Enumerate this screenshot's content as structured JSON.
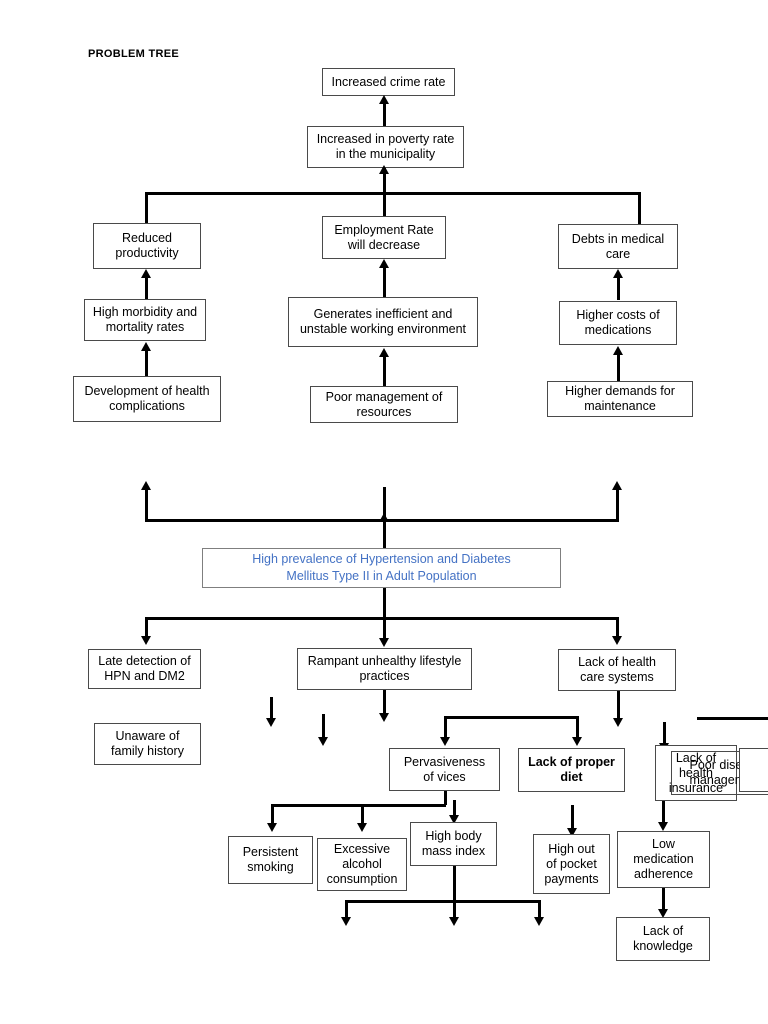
{
  "page": {
    "title": "PROBLEM TREE",
    "accent_blue": "#4472c4",
    "line_color": "#000000",
    "box_border": "#4a4a4a",
    "background": "#ffffff"
  },
  "effects": {
    "top": [
      {
        "id": "increased-crime-rate",
        "label": "Increased crime rate"
      },
      {
        "id": "increased-poverty-rate",
        "label": "Increased in poverty rate\nin the municipality"
      }
    ],
    "branch_level1": [
      {
        "id": "reduced-productivity",
        "label": "Reduced\nproductivity"
      },
      {
        "id": "employment-rate-decrease",
        "label": "Employment Rate\nwill decrease"
      },
      {
        "id": "debts-in-medical-care",
        "label": "Debts in medical\ncare"
      }
    ],
    "branch_level2": [
      {
        "id": "high-morbidity-mortality",
        "label": "High morbidity and\nmortality rates"
      },
      {
        "id": "inefficient-working-environment",
        "label": "Generates inefficient and\nunstable working environment"
      },
      {
        "id": "higher-costs-medications",
        "label": "Higher costs of\nmedications"
      }
    ],
    "branch_level3": [
      {
        "id": "development-health-complications",
        "label": "Development of health\ncomplications"
      },
      {
        "id": "poor-management-resources",
        "label": "Poor management of\nresources"
      },
      {
        "id": "higher-demands-maintenance",
        "label": "Higher demands for\nmaintenance"
      }
    ]
  },
  "core_problem": {
    "id": "core-problem",
    "label": "High prevalence of Hypertension and Diabetes\nMellitus Type II in Adult Population"
  },
  "causes": {
    "level1": [
      {
        "id": "late-detection",
        "label": "Late detection of\nHPN and DM2"
      },
      {
        "id": "rampant-unhealthy-lifestyle",
        "label": "Rampant unhealthy lifestyle\npractices"
      },
      {
        "id": "lack-health-care-systems",
        "label": "Lack of health\ncare systems"
      }
    ],
    "level2": [
      {
        "id": "unaware-family-history",
        "label": "Unaware of\nfamily history"
      },
      {
        "id": "pervasiveness-of-vices",
        "label": "Pervasiveness\nof vices"
      },
      {
        "id": "lack-of-proper-diet",
        "label": "Lack of proper\ndiet",
        "bold": true
      },
      {
        "id": "lack-health-insurance",
        "label": "Lack of\nhealth\ninsurance"
      },
      {
        "id": "poor-disease-management",
        "label": "Poor disease\nmanagement"
      }
    ],
    "level3": [
      {
        "id": "persistent-smoking",
        "label": "Persistent\nsmoking"
      },
      {
        "id": "excessive-alcohol",
        "label": "Excessive\nalcohol\nconsumption"
      },
      {
        "id": "high-body-mass-index",
        "label": "High body\nmass index"
      },
      {
        "id": "high-out-of-pocket-payments",
        "label": "High out\nof pocket\npayments"
      },
      {
        "id": "low-medication-adherence",
        "label": "Low\nmedication\nadherence"
      }
    ],
    "level4": [
      {
        "id": "lack-of-knowledge",
        "label": "Lack of\nknowledge"
      }
    ]
  }
}
